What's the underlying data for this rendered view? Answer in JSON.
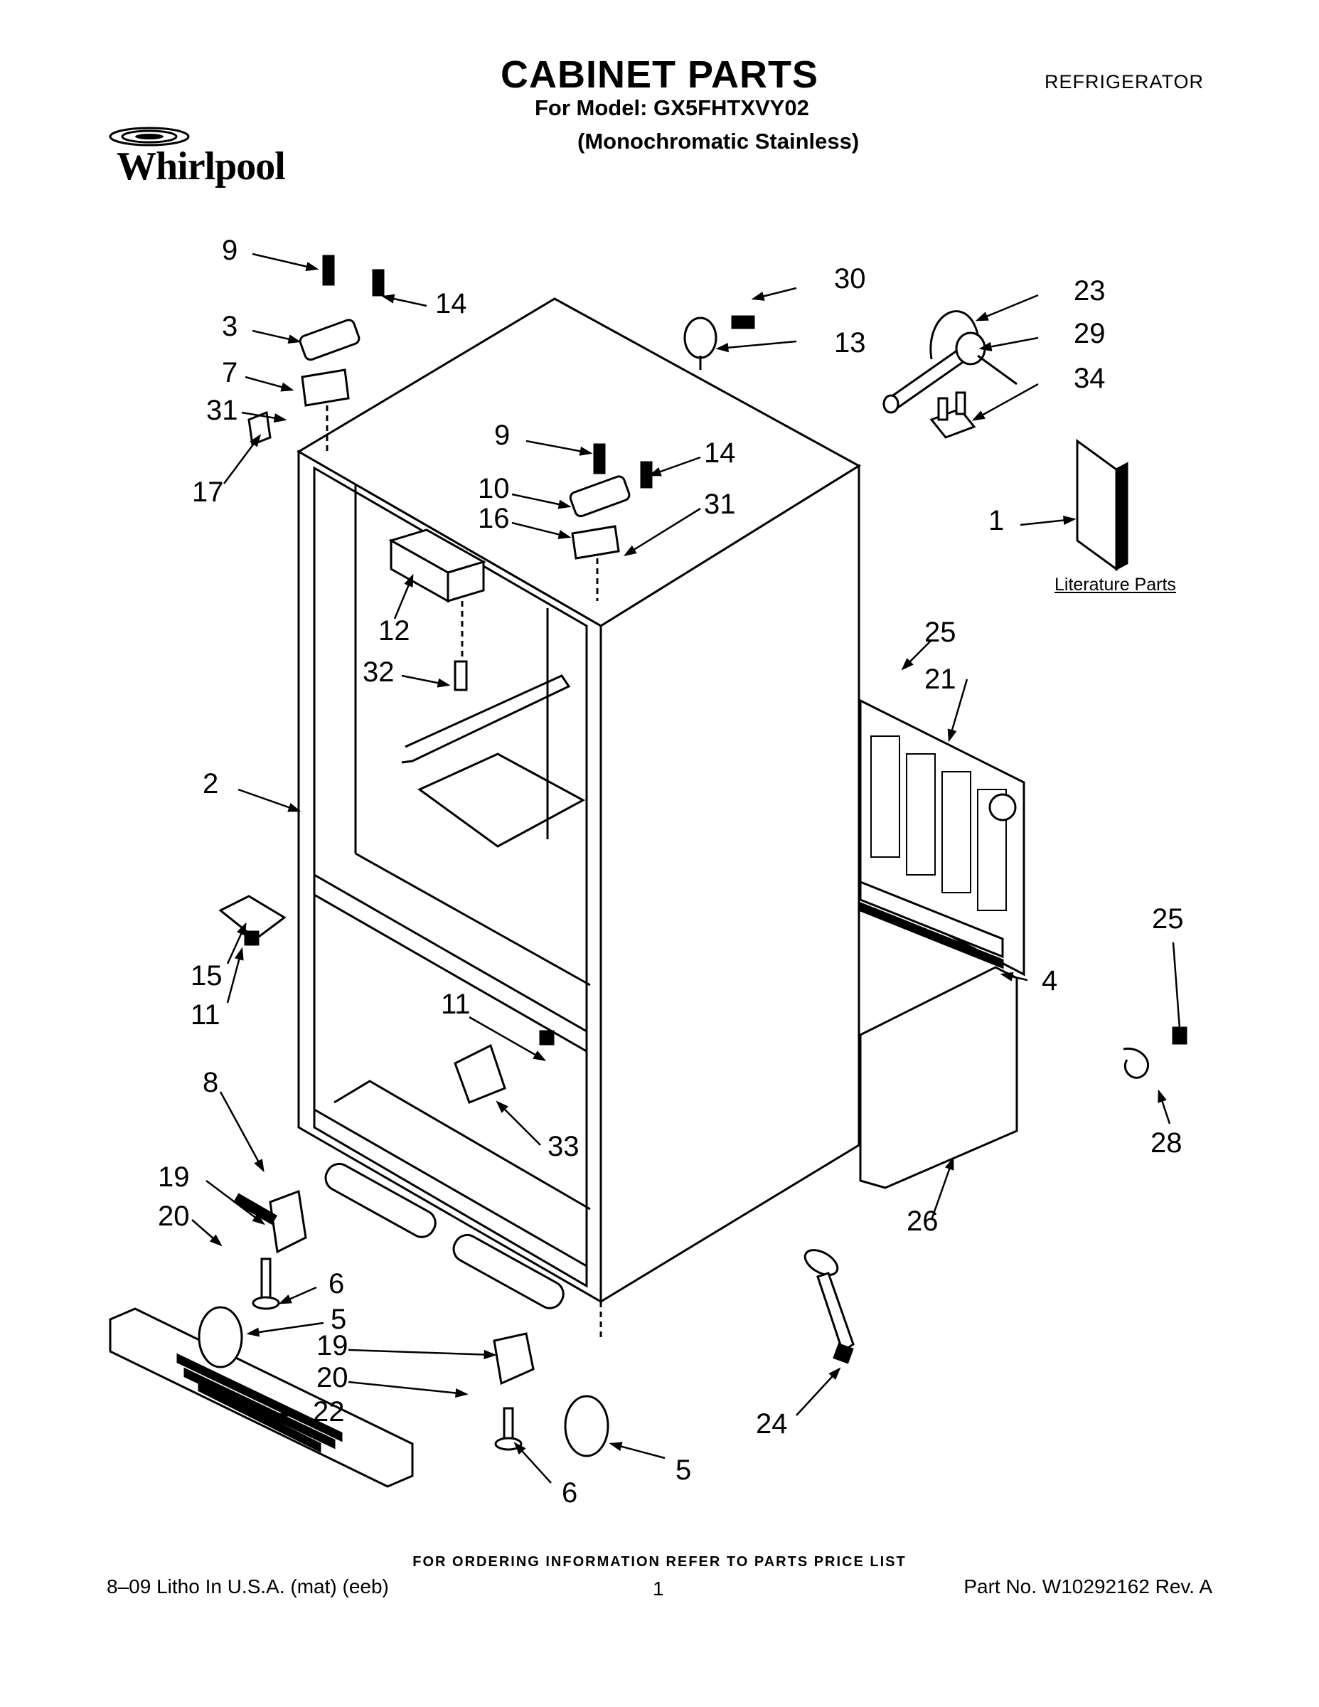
{
  "header": {
    "title": "CABINET PARTS",
    "category": "REFRIGERATOR",
    "model_line": "For Model: GX5FHTXVY02",
    "model_sub": "(Monochromatic Stainless)"
  },
  "brand": {
    "logo_text": "Whirlpool"
  },
  "diagram": {
    "literature_label": "Literature Parts",
    "callouts": [
      "9",
      "14",
      "3",
      "7",
      "31",
      "17",
      "30",
      "13",
      "23",
      "29",
      "34",
      "9",
      "14",
      "10",
      "16",
      "31",
      "1",
      "12",
      "32",
      "25",
      "21",
      "2",
      "15",
      "11",
      "11",
      "4",
      "25",
      "8",
      "33",
      "19",
      "20",
      "28",
      "26",
      "6",
      "5",
      "19",
      "20",
      "22",
      "24",
      "5",
      "6"
    ]
  },
  "footer": {
    "ordering_note": "FOR ORDERING INFORMATION REFER TO PARTS PRICE LIST",
    "litho": "8–09 Litho In U.S.A. (mat) (eeb)",
    "page": "1",
    "part_no": "Part No. W10292162 Rev. A"
  }
}
